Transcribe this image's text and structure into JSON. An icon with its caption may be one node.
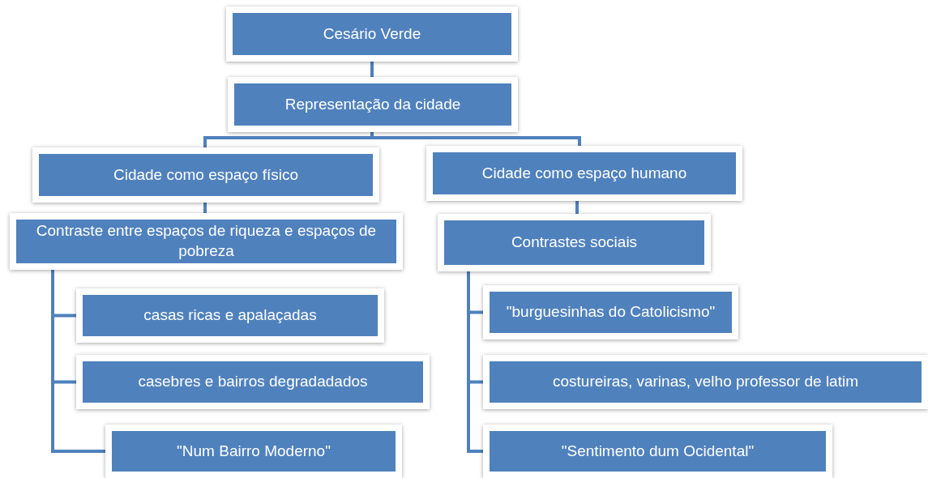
{
  "diagram": {
    "nodes": [
      {
        "text": [
          "Cesário Verde"
        ]
      },
      {
        "text": [
          "Representação da cidade"
        ]
      },
      {
        "text": [
          "Cidade como espaço físico"
        ]
      },
      {
        "text": [
          "Cidade como espaço humano"
        ]
      },
      {
        "text": [
          "Contraste entre espaços de riqueza e espaços de pobreza"
        ]
      },
      {
        "text": [
          "Contrastes sociais"
        ]
      },
      {
        "text": [
          "casas ricas e apalaçadas"
        ]
      },
      {
        "text": [
          "casebres e bairros degradadados"
        ]
      },
      {
        "text": [
          "\"Num Bairro Moderno\""
        ]
      },
      {
        "text": [
          "\"burguesinhas do Catolicismo\""
        ]
      },
      {
        "text": [
          "costureiras, varinas, velho professor de latim"
        ]
      },
      {
        "text": [
          "\"Sentimento dum Ocidental\""
        ]
      }
    ],
    "edges": [
      {
        "from": 0,
        "to": 1,
        "arrow": "none"
      },
      {
        "from": 1,
        "to": 2,
        "arrow": "none"
      },
      {
        "from": 1,
        "to": 3,
        "arrow": "none"
      },
      {
        "from": 2,
        "to": 4,
        "arrow": "none"
      },
      {
        "from": 3,
        "to": 5,
        "arrow": "none"
      },
      {
        "from": 4,
        "to": 6,
        "arrow": "none"
      },
      {
        "from": 4,
        "to": 7,
        "arrow": "none"
      },
      {
        "from": 4,
        "to": 8,
        "arrow": "none"
      },
      {
        "from": 5,
        "to": 9,
        "arrow": "none"
      },
      {
        "from": 5,
        "to": 10,
        "arrow": "none"
      },
      {
        "from": 5,
        "to": 11,
        "arrow": "none"
      }
    ]
  }
}
